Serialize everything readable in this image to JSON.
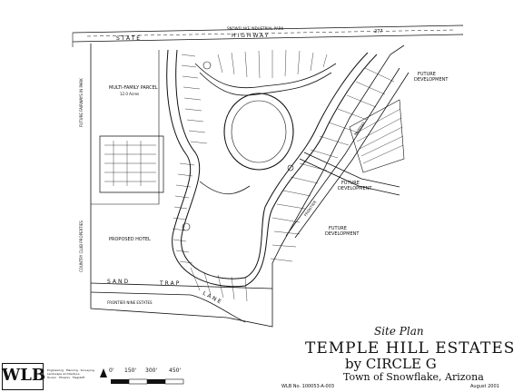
{
  "map": {
    "highway_top": "SNOWFLAKE INDUSTRIAL PARK",
    "state_label": "STATE",
    "highway_label": "HIGHWAY",
    "highway_number": "277",
    "future_1": "FUTURE",
    "future_1b": "DEVELOPMENT",
    "future_2": "FUTURE",
    "future_2b": "DEVELOPMENT",
    "future_3": "FUTURE",
    "future_3b": "DEVELOPMENT",
    "multi_family": "MULTI-FAMILY PARCEL",
    "multi_family_area": "12.0 Acres",
    "proposed_hotel": "PROPOSED HOTEL",
    "sand": "SAND",
    "trap": "TRAP",
    "lane": "LANE",
    "frontier_estates": "FRONTIER NINE ESTATES",
    "left_vertical_top": "FUTURE FAIRWAYS IN PARK",
    "left_vertical_bottom": "COUNTRY CLUB PROPERTIES",
    "frontier_road": "FRONTIER",
    "fairway_road": "FAIRWAY"
  },
  "title": {
    "site_plan": "Site Plan",
    "name": "TEMPLE HILL ESTATES",
    "by": "by CIRCLE G",
    "town": "Town of Snowflake, Arizona",
    "job_no": "WLB No. 100053-A-003",
    "date": "August 2001"
  },
  "firm": {
    "logo": "WLB",
    "lines": [
      "Engineering · Planning · Surveying",
      "Landscape Architecture",
      "Tucson · Phoenix · Flagstaff"
    ]
  },
  "scale": {
    "labels": [
      "0'",
      "150'",
      "300'",
      "450'"
    ]
  }
}
